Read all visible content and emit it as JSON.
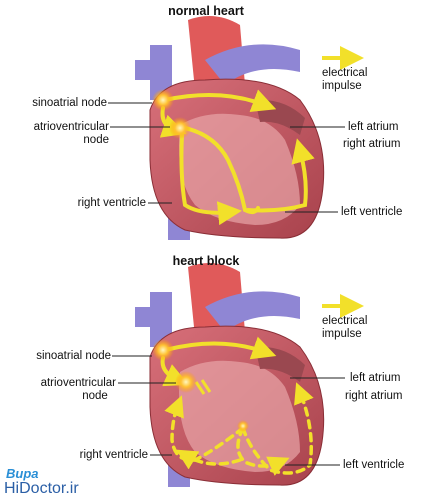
{
  "panels": [
    {
      "title": "normal heart",
      "legend": [
        "electrical",
        "impulse"
      ],
      "labels": {
        "sinoatrial": "sinoatrial node",
        "atrioventricular": [
          "atrioventricular",
          "node"
        ],
        "left_atrium": "left atrium",
        "right_atrium": "right atrium",
        "right_ventricle": "right ventricle",
        "left_ventricle": "left ventricle"
      }
    },
    {
      "title": "heart block",
      "legend": [
        "electrical",
        "impulse"
      ],
      "labels": {
        "sinoatrial": "sinoatrial node",
        "atrioventricular": [
          "atrioventricular",
          "node"
        ],
        "left_atrium": "left atrium",
        "right_atrium": "right atrium",
        "right_ventricle": "right ventricle",
        "left_ventricle": "left ventricle"
      }
    }
  ],
  "watermark": {
    "brand": "Bupa",
    "site": "HiDoctor.ir"
  },
  "colors": {
    "impulse": "#f2e02a",
    "vessel": "#8f86d4",
    "muscle": "#c85a63",
    "node_glow": "#ffb020"
  }
}
